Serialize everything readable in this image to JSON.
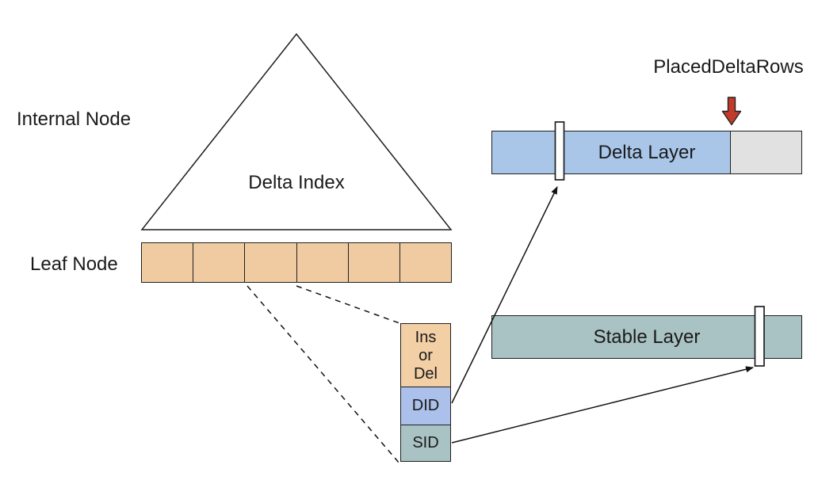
{
  "tree": {
    "internal_node_label": "Internal Node",
    "leaf_node_label": "Leaf Node",
    "triangle_label": "Delta Index",
    "leaf_cell_count": 6,
    "leaf_fill": "#f0cba1"
  },
  "record": {
    "cells": [
      {
        "id": "ins-or-del",
        "label": "Ins\nor\nDel",
        "fill": "#f2cfa5"
      },
      {
        "id": "did",
        "label": "DID",
        "fill": "#abc0ea"
      },
      {
        "id": "sid",
        "label": "SID",
        "fill": "#a9c2c4"
      }
    ]
  },
  "layers": {
    "delta": {
      "label": "Delta Layer",
      "used_fill": "#a9c6e8",
      "free_fill": "#e1e1e1"
    },
    "stable": {
      "label": "Stable Layer",
      "fill": "#a9c2c3"
    }
  },
  "annotations": {
    "placed_delta_rows_label": "PlacedDeltaRows",
    "arrow_fill": "#c23b2a"
  },
  "colors": {
    "outline": "#1f1f1f",
    "background": "#ffffff",
    "text": "#1a1a1a"
  }
}
